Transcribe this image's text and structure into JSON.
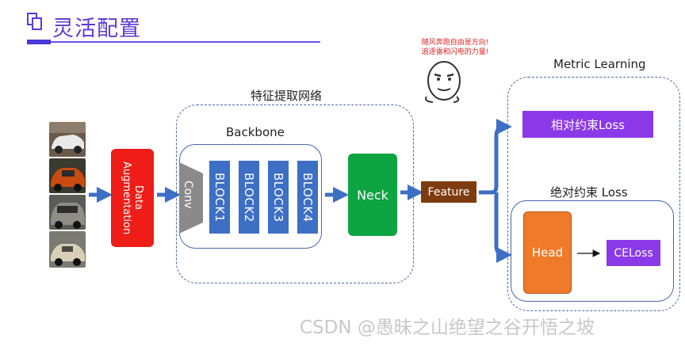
{
  "header": {
    "title": "灵活配置"
  },
  "augmentation": {
    "label": "Data\nAugmentation"
  },
  "feature_extraction": {
    "label": "特征提取网络"
  },
  "backbone": {
    "label": "Backbone",
    "conv_label": "Conv",
    "blocks": [
      "BLOCK1",
      "BLOCK2",
      "BLOCK3",
      "BLOCK4"
    ]
  },
  "neck": {
    "label": "Neck"
  },
  "feature": {
    "label": "Feature"
  },
  "meme": {
    "caption": "随风奔跑自由是方向!\n追逐雷和闪电的力量!"
  },
  "metric_learning": {
    "label": "Metric Learning",
    "relative_loss": "相对约束Loss",
    "absolute_label": "绝对约束 Loss",
    "head": "Head",
    "celoss": "CELoss"
  },
  "watermark": "CSDN @愚昧之山绝望之谷开悟之坡",
  "colors": {
    "title": "#5b3ad6",
    "augmentation": "#ee1d17",
    "block": "#3d6fc4",
    "neck": "#0da542",
    "feature": "#7e3b0f",
    "loss": "#8b39e8",
    "head": "#ee7a2a",
    "arrow": "#3d6fc4"
  }
}
